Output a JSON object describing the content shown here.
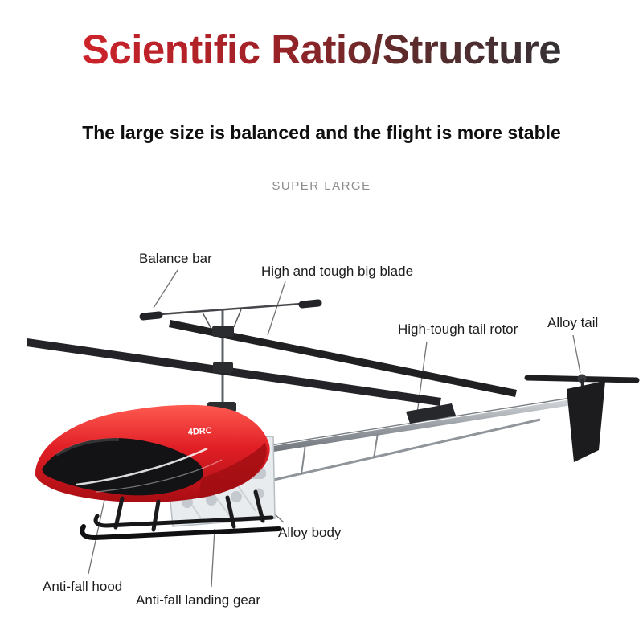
{
  "header": {
    "title": "Scientific Ratio/Structure",
    "subtitle": "The large size is balanced and the flight is more stable",
    "tagline": "SUPER LARGE"
  },
  "callouts": {
    "balance_bar": "Balance bar",
    "big_blade": "High and tough big blade",
    "tail_rotor": "High-tough tail rotor",
    "alloy_tail": "Alloy tail",
    "alloy_body": "Alloy body",
    "anti_fall_hood": "Anti-fall hood",
    "landing_gear": "Anti-fall landing gear"
  },
  "product": {
    "brand_mark": "4DRC",
    "colors": {
      "title_gradient_start": "#d2232b",
      "title_gradient_end": "#343236",
      "body_red": "#e01e25",
      "body_red_dark": "#a80d13",
      "blade_black": "#202023",
      "boom_silver": "#9aa0a6",
      "frame_white": "#e9ecee",
      "callout_line": "#737373"
    }
  }
}
